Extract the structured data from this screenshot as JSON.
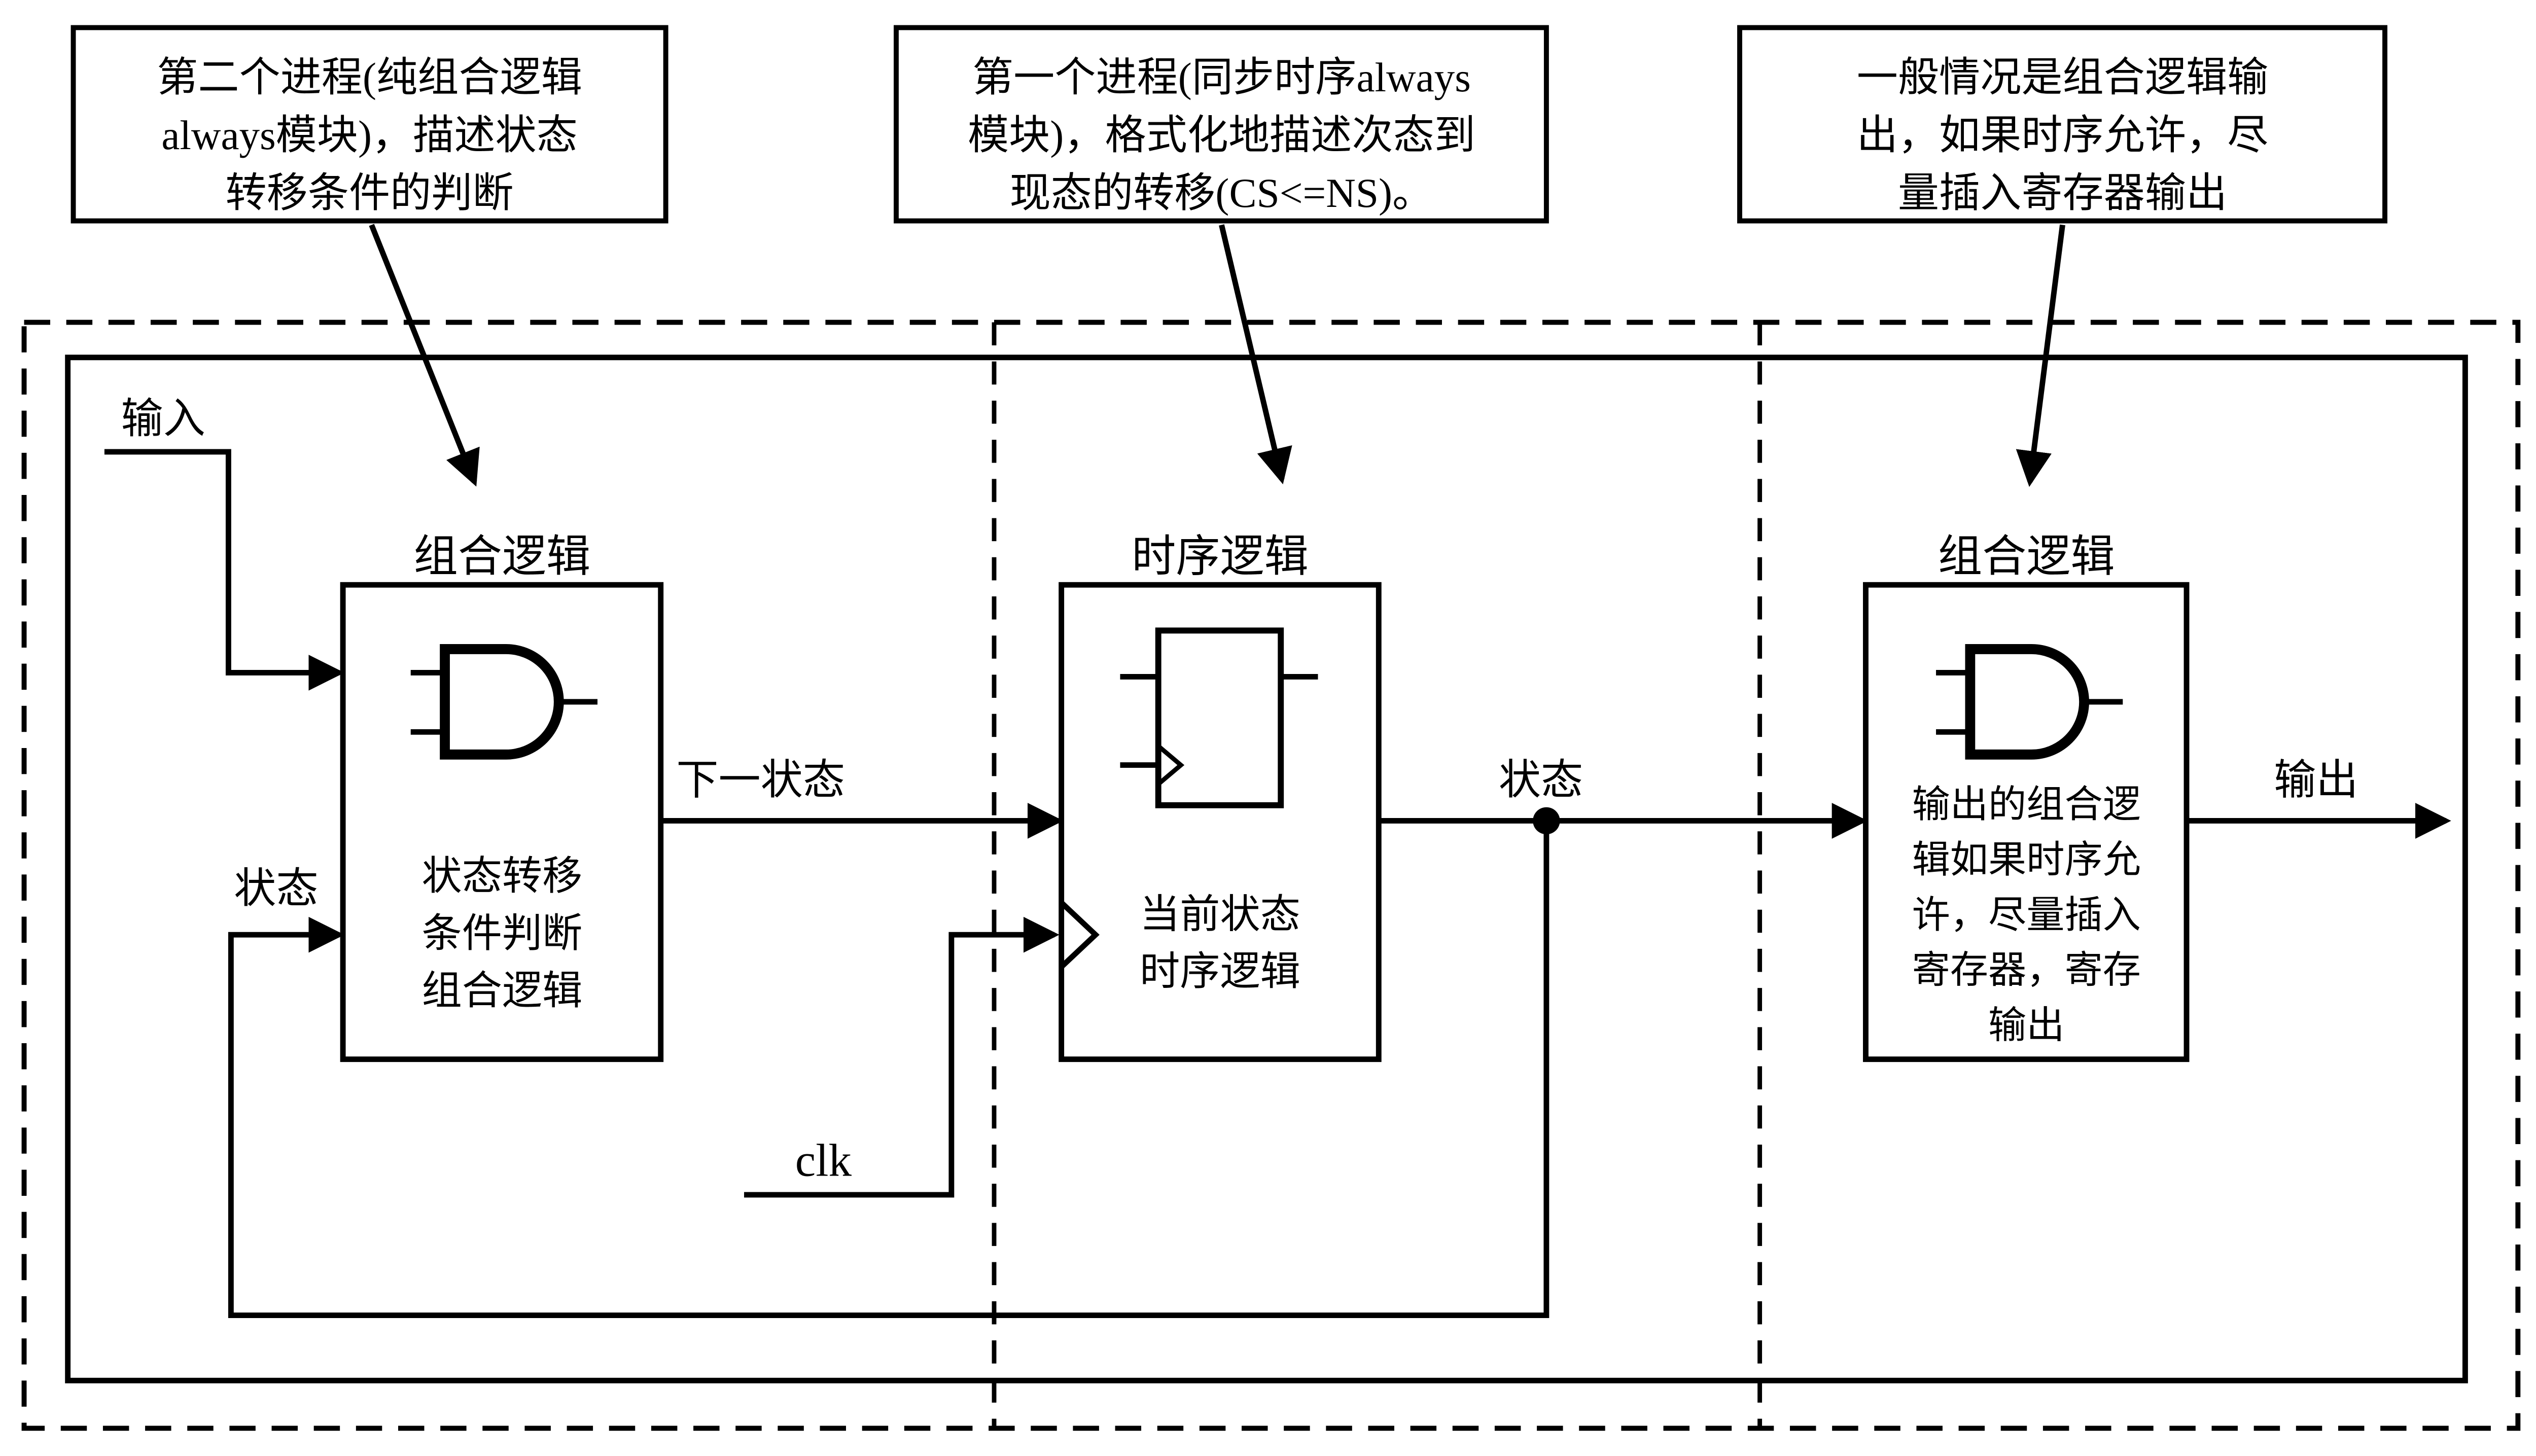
{
  "colors": {
    "background": "#ffffff",
    "line": "#000000"
  },
  "callouts": {
    "box1": {
      "lines": [
        "第二个进程(纯组合逻辑",
        "always模块)，描述状态",
        "转移条件的判断"
      ]
    },
    "box2": {
      "lines": [
        "第一个进程(同步时序always",
        "模块)，格式化地描述次态到",
        "现态的转移(CS<=NS)。"
      ]
    },
    "box3": {
      "lines": [
        "一般情况是组合逻辑输",
        "出，如果时序允许，尽",
        "量插入寄存器输出"
      ]
    }
  },
  "blocks": {
    "next_state_logic": {
      "title": "组合逻辑",
      "body_lines": [
        "状态转移",
        "条件判断",
        "组合逻辑"
      ]
    },
    "state_register": {
      "title": "时序逻辑",
      "body_lines": [
        "当前状态",
        "时序逻辑"
      ]
    },
    "output_logic": {
      "title": "组合逻辑",
      "body_lines": [
        "输出的组合逻",
        "辑如果时序允",
        "许，尽量插入",
        "寄存器，寄存",
        "输出"
      ]
    }
  },
  "signals": {
    "input": "输入",
    "state_feedback": "状态",
    "next_state": "下一状态",
    "state": "状态",
    "output": "输出",
    "clock": "clk"
  }
}
